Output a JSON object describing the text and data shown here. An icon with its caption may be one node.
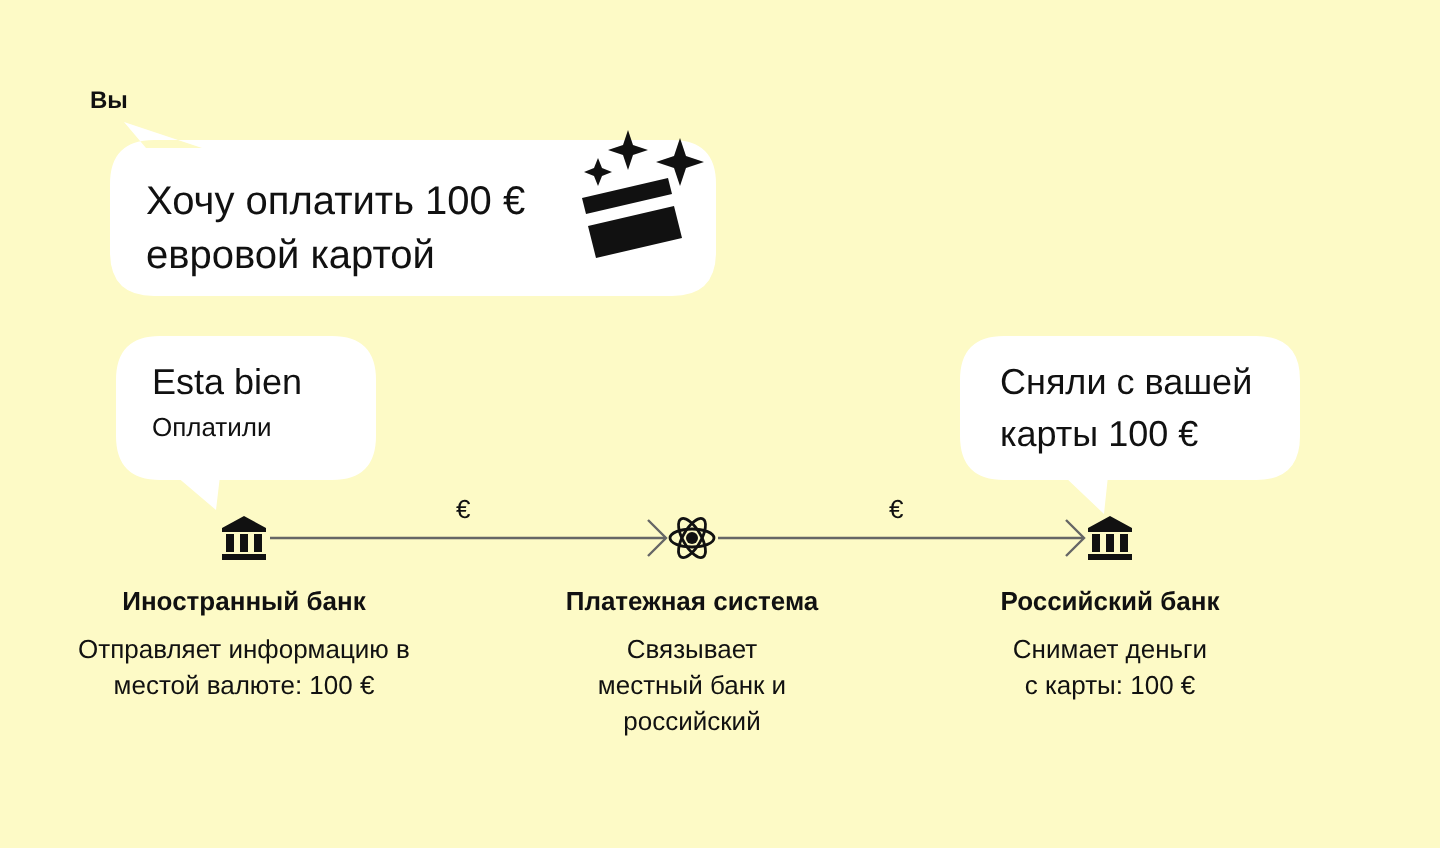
{
  "diagram": {
    "nodes": [
      {
        "text": [
          "Хочу оплатить 100 € евровой картой"
        ],
        "beside": [
          "Вы"
        ]
      },
      {
        "text": [
          "Esta bien",
          "Оплатили"
        ]
      },
      {
        "text": [
          "Сняли с вашей карты 100 €"
        ]
      },
      {
        "text": [],
        "shape": "bank",
        "beside": [
          "Иностранный банк",
          "Отправляет информацию в местой валюте: 100 €"
        ]
      },
      {
        "text": [],
        "shape": "atom",
        "beside": [
          "Платежная система",
          "Связывает местный банк и российский"
        ]
      },
      {
        "text": [],
        "shape": "bank",
        "beside": [
          "Российский банк",
          "Снимает деньги с карты: 100 €"
        ]
      }
    ],
    "edges": [
      {
        "from": 3,
        "to": 4,
        "arrow": "to",
        "label": "€"
      },
      {
        "from": 4,
        "to": 5,
        "arrow": "to",
        "label": "€"
      }
    ]
  }
}
